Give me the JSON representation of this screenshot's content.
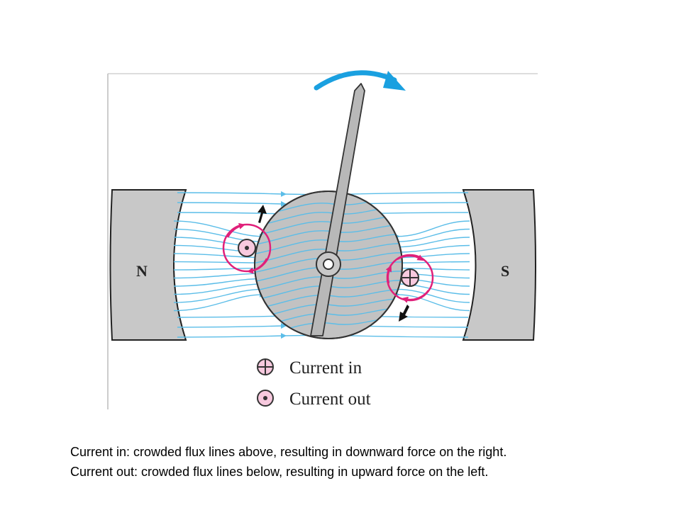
{
  "diagram": {
    "north_pole_label": "N",
    "south_pole_label": "S",
    "legend": [
      {
        "symbol": "cross-in-circle-icon",
        "label": "Current in"
      },
      {
        "symbol": "dot-in-circle-icon",
        "label": "Current out"
      }
    ],
    "colors": {
      "flux_lines": "#5bbde8",
      "current_loops": "#e0207a",
      "rotation_arrow": "#1aa0e0",
      "magnet": "#c8c8c8",
      "armature": "#c2c2c2"
    }
  },
  "caption": {
    "line1": "Current in: crowded flux lines above, resulting in downward force on the right.",
    "line2": "Current out: crowded flux lines below, resulting in upward force on the left."
  }
}
